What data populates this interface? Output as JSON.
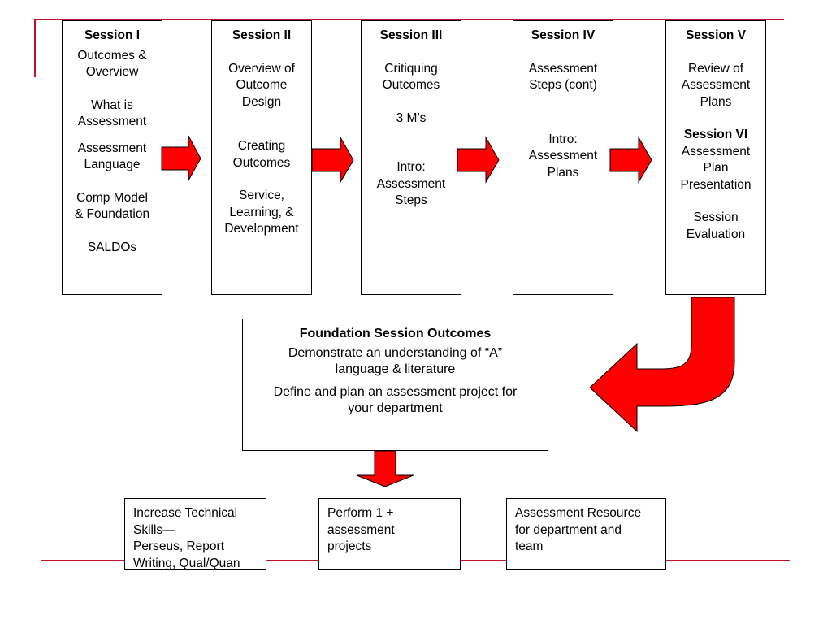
{
  "colors": {
    "accent": "#ff0000",
    "rule": "#c0142a"
  },
  "sessions": [
    {
      "title": "Session I",
      "lines": [
        "Outcomes &",
        "Overview",
        "",
        "What is",
        "Assessment",
        "",
        "Assessment",
        "Language",
        "",
        "Comp Model",
        "& Foundation",
        "",
        "SALDOs"
      ]
    },
    {
      "title": "Session II",
      "lines": [
        "",
        "Overview of",
        "Outcome",
        "Design",
        "",
        "",
        "Creating",
        "Outcomes",
        "",
        "Service,",
        "Learning, &",
        "Development"
      ]
    },
    {
      "title": "Session III",
      "lines": [
        "",
        "Critiquing",
        "Outcomes",
        "",
        "3 M’s",
        "",
        "",
        "Intro:",
        "Assessment",
        "Steps"
      ]
    },
    {
      "title": "Session IV",
      "lines": [
        "",
        "Assessment",
        "Steps (cont)",
        "",
        "",
        "Intro:",
        "Assessment",
        "Plans"
      ]
    },
    {
      "title": "Session V",
      "lines": [
        "",
        "Review of",
        "Assessment",
        "Plans",
        ""
      ],
      "sub_title": "Session VI",
      "sub_lines": [
        "Assessment",
        "Plan",
        "Presentation",
        "",
        "Session",
        "Evaluation"
      ]
    }
  ],
  "foundation": {
    "title": "Foundation Session Outcomes",
    "line1": "Demonstrate an understanding of “A”",
    "line2": "language & literature",
    "line3": "Define and plan an assessment project for",
    "line4": "your department"
  },
  "outcomes": [
    {
      "lines": [
        "Increase Technical",
        "Skills—",
        "Perseus, Report",
        "Writing, Qual/Quan"
      ]
    },
    {
      "lines": [
        "Perform 1 +",
        "assessment",
        "projects"
      ]
    },
    {
      "lines": [
        "Assessment Resource",
        "for department and",
        "team"
      ]
    }
  ]
}
